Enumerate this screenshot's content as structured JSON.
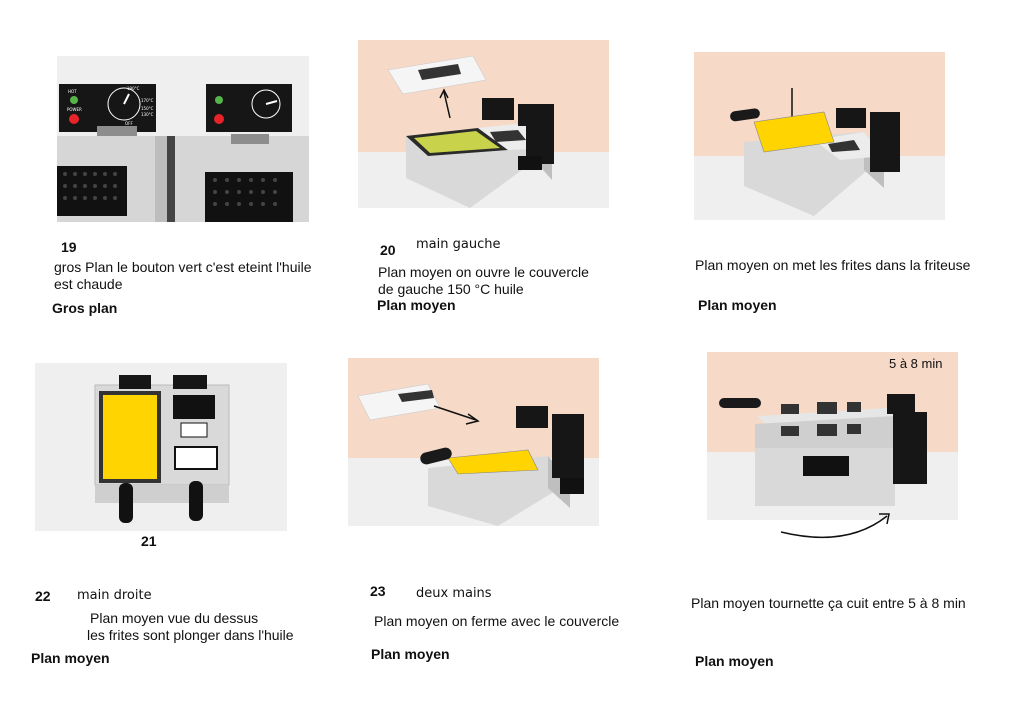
{
  "colors": {
    "peach": "#f6d9c6",
    "grey_floor": "#f0efef",
    "steel": "#d9d9d9",
    "black": "#151515",
    "oil_green": "#c8d24a",
    "fries_yellow": "#ffd400",
    "light_red": "#e8232a",
    "light_green": "#55b54a"
  },
  "shots": [
    {
      "number": "19",
      "hand": "",
      "description": [
        "gros Plan le bouton vert c'est eteint l'huile",
        "est chaude"
      ],
      "shot_type": "Gros plan",
      "panel_labels": {
        "hot": "HOT",
        "power": "POWER",
        "dial": [
          "190°C",
          "170°C",
          "150°C",
          "130°C",
          "OFF"
        ]
      }
    },
    {
      "number": "20",
      "hand": "main gauche",
      "description": [
        "Plan moyen on ouvre le couvercle",
        "de gauche 150 °C huile"
      ],
      "shot_type": "Plan moyen"
    },
    {
      "number": "",
      "hand": "",
      "description": [
        "Plan moyen on met les frites dans la friteuse"
      ],
      "shot_type": "Plan moyen"
    },
    {
      "number": "21",
      "hand": "",
      "description": [],
      "shot_type": ""
    },
    {
      "number": "22",
      "hand": "main droite",
      "description": [
        "Plan moyen vue du dessus",
        "les frites sont plonger dans l'huile"
      ],
      "shot_type": "Plan moyen"
    },
    {
      "number": "23",
      "hand": "deux mains",
      "description": [
        "Plan moyen on ferme avec le couvercle"
      ],
      "shot_type": "Plan moyen"
    },
    {
      "number": "",
      "hand": "",
      "description": [
        "Plan moyen tournette ça cuit entre 5 à 8 min"
      ],
      "shot_type": "Plan moyen",
      "panel_note": "5 à 8 min"
    }
  ]
}
